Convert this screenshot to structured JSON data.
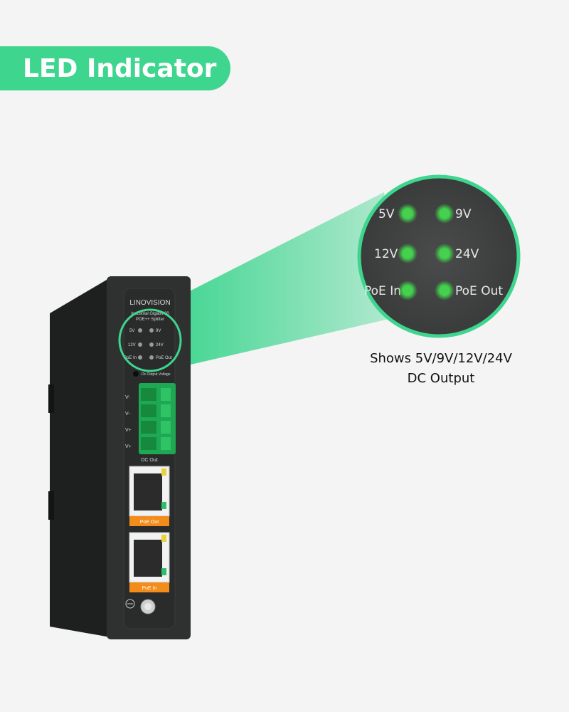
{
  "header": {
    "title": "LED Indicator"
  },
  "device": {
    "brand": "LINOVISION",
    "subtitle_line1": "Industrial Gigabit 80",
    "subtitle_line2": "POE++ Splitter",
    "dc_output_voltage_label": "Dc Output Voltage",
    "terminal_labels": [
      "V-",
      "V-",
      "V+",
      "V+"
    ],
    "dc_out_label": "DC Out",
    "poe_out_label": "PoE Out",
    "poe_in_label": "PoE In"
  },
  "leds": {
    "v5": "5V",
    "v9": "9V",
    "v12": "12V",
    "v24": "24V",
    "poe_in": "PoE In",
    "poe_out": "PoE Out"
  },
  "caption": {
    "line1": "Shows 5V/9V/12V/24V",
    "line2": "DC Output"
  },
  "colors": {
    "accent": "#3ed58f",
    "led_green": "#3fcf4a",
    "terminal_green": "#1fa854",
    "port_orange": "#f28c1a",
    "device_body": "#2f3030"
  }
}
